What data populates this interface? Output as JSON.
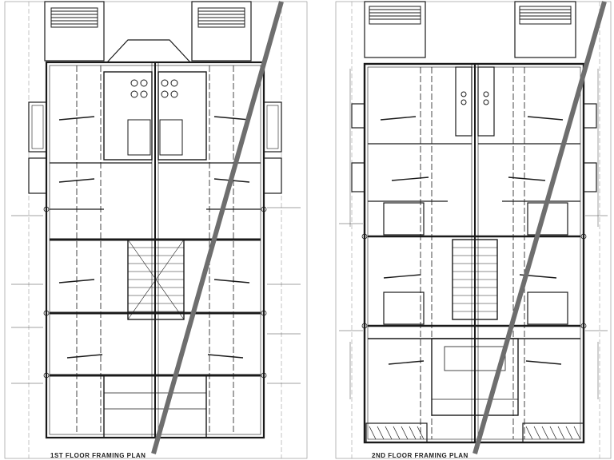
{
  "drawing": {
    "plans": [
      {
        "id": "plan-1",
        "caption": "1ST FLOOR FRAMING PLAN"
      },
      {
        "id": "plan-2",
        "caption": "2ND FLOOR FRAMING PLAN"
      }
    ],
    "line_color": "#1a1a1a",
    "slash_color": "#6e6e6e"
  }
}
